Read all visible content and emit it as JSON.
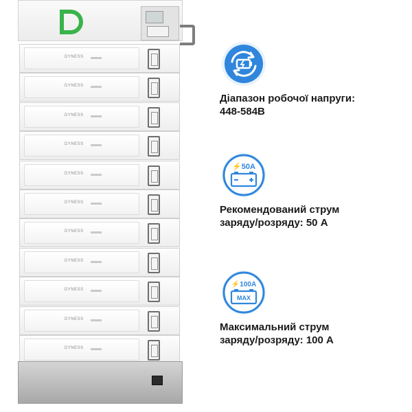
{
  "product": {
    "brand_label": "DYNESS",
    "module_count": 11
  },
  "colors": {
    "accent_blue": "#2f86dc",
    "logo_green": "#39b34a",
    "icon_bg": "#e8f2fc",
    "text": "#1a1a1a"
  },
  "specs": [
    {
      "icon": "battery-cycle-icon",
      "line1": "Діапазон робочої напруги:",
      "line2": "448-584В",
      "badge": ""
    },
    {
      "icon": "battery-current-icon",
      "line1": "Рекомендований струм",
      "line2": "заряду/розряду: 50 А",
      "badge": "⚡50А"
    },
    {
      "icon": "battery-max-current-icon",
      "line1": "Максимальний струм",
      "line2": "заряду/розряду: 100 А",
      "badge": "⚡100А",
      "badge2": "MAX"
    }
  ]
}
